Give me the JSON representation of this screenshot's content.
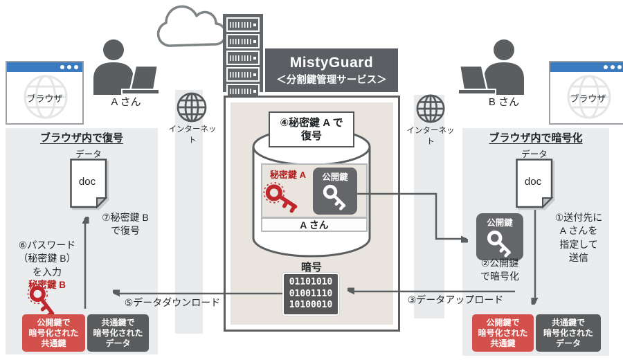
{
  "header": {
    "title": "MistyGuard",
    "subtitle": "＜分割鍵管理サービス＞"
  },
  "colors": {
    "accent_red": "#d4504c",
    "key_red": "#b5201f",
    "dark_gray": "#5a5e61",
    "browser_blue": "#3b7cc0",
    "panel_gray": "#eaecee",
    "center_beige": "#e9e5de"
  },
  "left": {
    "browser_label": "ブラウザ",
    "person_name": "A さん",
    "internet_label": "インターネット",
    "panel_title": "ブラウザ内で復号",
    "data_label": "データ",
    "doc_text": "doc",
    "step7": "⑦秘密鍵 B\nで復号",
    "step6": "⑥パスワード\n（秘密鍵 B）\nを入力",
    "secret_key_label": "秘密鍵 B",
    "step5": "⑤データダウンロード",
    "encrypted_key_box": "公開鍵で\n暗号化された\n共通鍵",
    "encrypted_data_box": "共通鍵で\n暗号化された\nデータ"
  },
  "right": {
    "browser_label": "ブラウザ",
    "person_name": "B さん",
    "internet_label": "インターネット",
    "panel_title": "ブラウザ内で暗号化",
    "data_label": "データ",
    "doc_text": "doc",
    "step1": "①送付先に\nA さんを\n指定して\n送信",
    "public_key_label": "公開鍵",
    "step2": "②公開鍵\nで暗号化",
    "step3": "③データアップロード",
    "encrypted_key_box": "公開鍵で\n暗号化された\n共通鍵",
    "encrypted_data_box": "共通鍵で\n暗号化された\nデータ"
  },
  "center": {
    "step4": "④秘密鍵 A で\n復号",
    "secret_key_label": "秘密鍵 A",
    "public_key_label": "公開鍵",
    "owner_label": "A さん",
    "cipher_label": "暗号",
    "cipher_bits": "01101010\n01001110\n10100010"
  }
}
